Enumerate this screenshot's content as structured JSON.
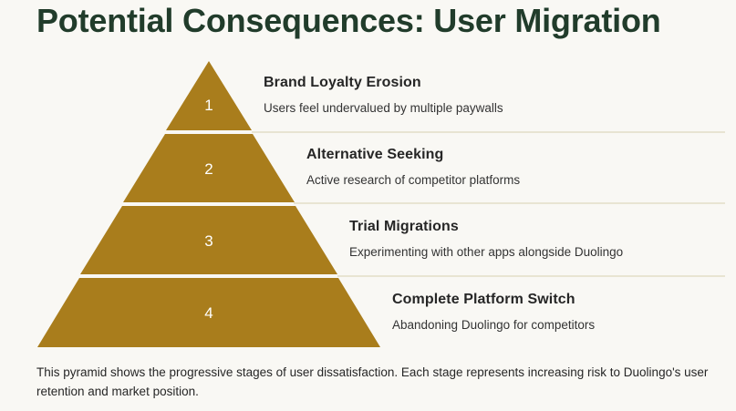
{
  "title": "Potential Consequences: User Migration",
  "colors": {
    "tier_fill": "#a97d1c",
    "tier_text": "#ffffff",
    "divider": "#d8cfb0",
    "title": "#213c2b",
    "background": "#f9f8f4"
  },
  "stages": [
    {
      "number": "1",
      "title": "Brand Loyalty Erosion",
      "description": "Users feel undervalued by multiple paywalls"
    },
    {
      "number": "2",
      "title": "Alternative Seeking",
      "description": "Active research of competitor platforms"
    },
    {
      "number": "3",
      "title": "Trial Migrations",
      "description": "Experimenting with other apps alongside Duolingo"
    },
    {
      "number": "4",
      "title": "Complete Platform Switch",
      "description": "Abandoning Duolingo for competitors"
    }
  ],
  "footer": "This pyramid shows the progressive stages of user dissatisfaction. Each stage represents increasing risk to Duolingo's user retention and market position."
}
